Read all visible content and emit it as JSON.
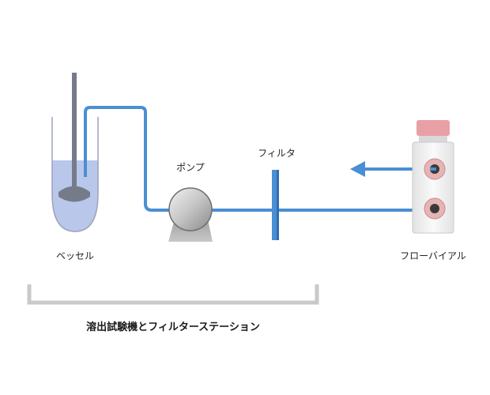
{
  "labels": {
    "vessel": "ベッセル",
    "pump": "ポンプ",
    "filter": "フィルタ",
    "flow_vial": "フローバイアル"
  },
  "caption": "溶出試験機とフィルターステーション",
  "colors": {
    "tube": "#4a8fd4",
    "liquid": "#b9c7eb",
    "stirrer": "#767b8a",
    "filter": "#4a8fd4",
    "vial_cap": "#e8a0a6",
    "vial_port": "#e6b4b4",
    "bracket": "#c9c9c9"
  },
  "icons": {
    "pump": "pump-icon",
    "vial": "flow-vial-icon"
  }
}
